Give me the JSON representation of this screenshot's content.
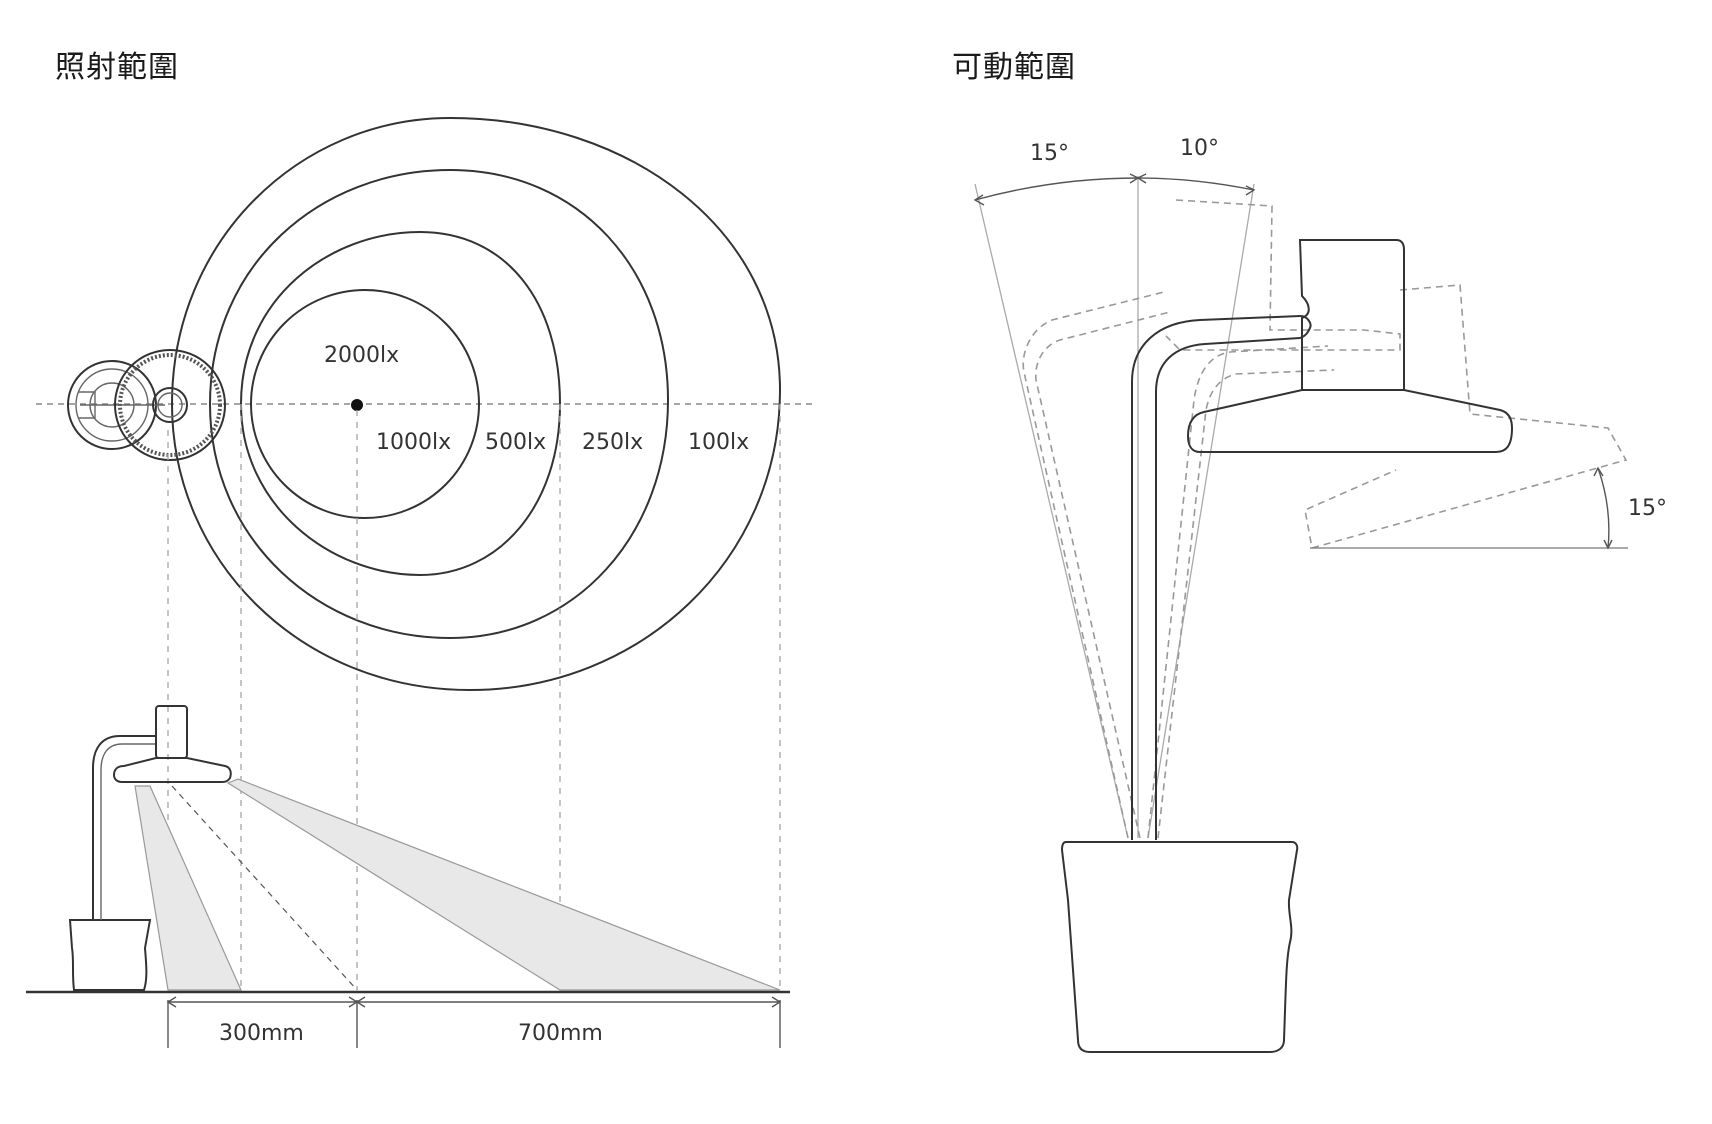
{
  "titles": {
    "left": "照射範圍",
    "right": "可動範圍"
  },
  "illumination": {
    "center_label": "2000lx",
    "rings": [
      "1000lx",
      "500lx",
      "250lx",
      "100lx"
    ]
  },
  "distances": {
    "near": "300mm",
    "far": "700mm"
  },
  "movement": {
    "tilt_left": "15°",
    "tilt_right": "10°",
    "head_tilt": "15°"
  }
}
